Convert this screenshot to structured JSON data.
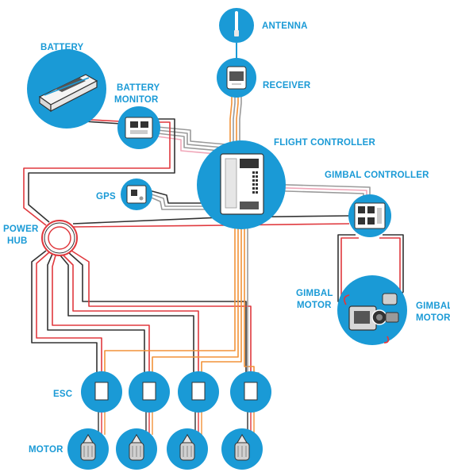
{
  "colors": {
    "accent": "#1a9ad6",
    "dark_accent": "#0b6e9e",
    "label": "#1a9ad6",
    "wire_black": "#333333",
    "wire_red": "#e0393e",
    "wire_orange": "#f29238",
    "wire_gray": "#9a9a9a",
    "wire_pink": "#f0a6b8"
  },
  "labels": {
    "antenna": "ANTENNA",
    "receiver": "RECEIVER",
    "battery": "BATTERY",
    "battery_monitor_line1": "BATTERY",
    "battery_monitor_line2": "MONITOR",
    "flight_controller": "FLIGHT CONTROLLER",
    "gimbal_controller": "GIMBAL CONTROLLER",
    "gps": "GPS",
    "power_hub_line1": "POWER",
    "power_hub_line2": "HUB",
    "gimbal_motor_left_line1": "GIMBAL",
    "gimbal_motor_left_line2": "MOTOR",
    "gimbal_motor_right_line1": "GIMBAL",
    "gimbal_motor_right_line2": "MOTOR",
    "esc": "ESC",
    "motor": "MOTOR"
  },
  "components": [
    {
      "id": "antenna",
      "icon": "antenna-icon"
    },
    {
      "id": "receiver",
      "icon": "receiver-icon"
    },
    {
      "id": "battery",
      "icon": "battery-icon"
    },
    {
      "id": "battery-monitor",
      "icon": "circuit-board-icon"
    },
    {
      "id": "flight-controller",
      "icon": "flight-controller-board-icon"
    },
    {
      "id": "gps",
      "icon": "gps-module-icon"
    },
    {
      "id": "gimbal-controller",
      "icon": "gimbal-board-icon"
    },
    {
      "id": "gimbal-motor",
      "icon": "camera-gimbal-icon"
    },
    {
      "id": "power-hub",
      "icon": "power-hub-ring-icon"
    },
    {
      "id": "esc",
      "icon": "esc-module-icon",
      "count": 4
    },
    {
      "id": "motor",
      "icon": "brushless-motor-icon",
      "count": 4
    }
  ]
}
